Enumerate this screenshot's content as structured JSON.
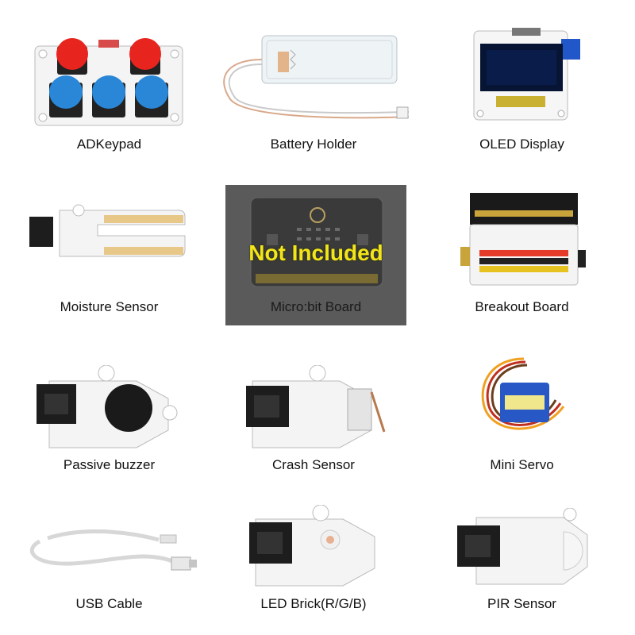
{
  "products": [
    {
      "id": "adkeypad",
      "label": "ADKeypad"
    },
    {
      "id": "battery-holder",
      "label": "Battery Holder"
    },
    {
      "id": "oled-display",
      "label": "OLED Display"
    },
    {
      "id": "moisture-sensor",
      "label": "Moisture Sensor"
    },
    {
      "id": "microbit-board",
      "label": "Micro:bit Board",
      "overlay": "Not Included"
    },
    {
      "id": "breakout-board",
      "label": "Breakout Board"
    },
    {
      "id": "passive-buzzer",
      "label": "Passive buzzer"
    },
    {
      "id": "crash-sensor",
      "label": "Crash Sensor"
    },
    {
      "id": "mini-servo",
      "label": "Mini Servo"
    },
    {
      "id": "usb-cable",
      "label": "USB Cable"
    },
    {
      "id": "led-brick",
      "label": "LED Brick(R/G/B)"
    },
    {
      "id": "pir-sensor",
      "label": "PIR Sensor"
    }
  ]
}
